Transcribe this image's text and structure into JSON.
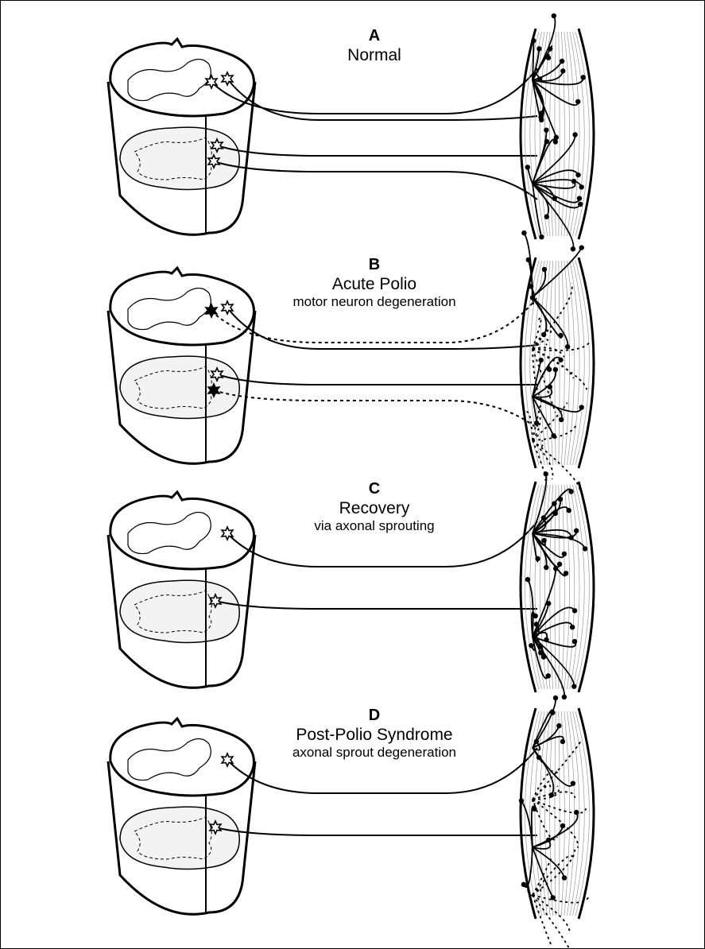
{
  "panels": [
    {
      "letter": "A",
      "title": "Normal",
      "subtitle": "",
      "state": "normal"
    },
    {
      "letter": "B",
      "title": "Acute Polio",
      "subtitle": "motor neuron degeneration",
      "state": "acute"
    },
    {
      "letter": "C",
      "title": "Recovery",
      "subtitle": "via axonal sprouting",
      "state": "recovery"
    },
    {
      "letter": "D",
      "title": "Post-Polio Syndrome",
      "subtitle": "axonal sprout degeneration",
      "state": "postpolio"
    }
  ],
  "colors": {
    "ink": "#000000",
    "background": "#ffffff",
    "fiber": "#9a9a9a"
  },
  "legend_glyphs": {
    "healthy_neuron": "open-star",
    "degenerated_neuron": "filled-star",
    "degenerated_axon": "dotted-line"
  }
}
